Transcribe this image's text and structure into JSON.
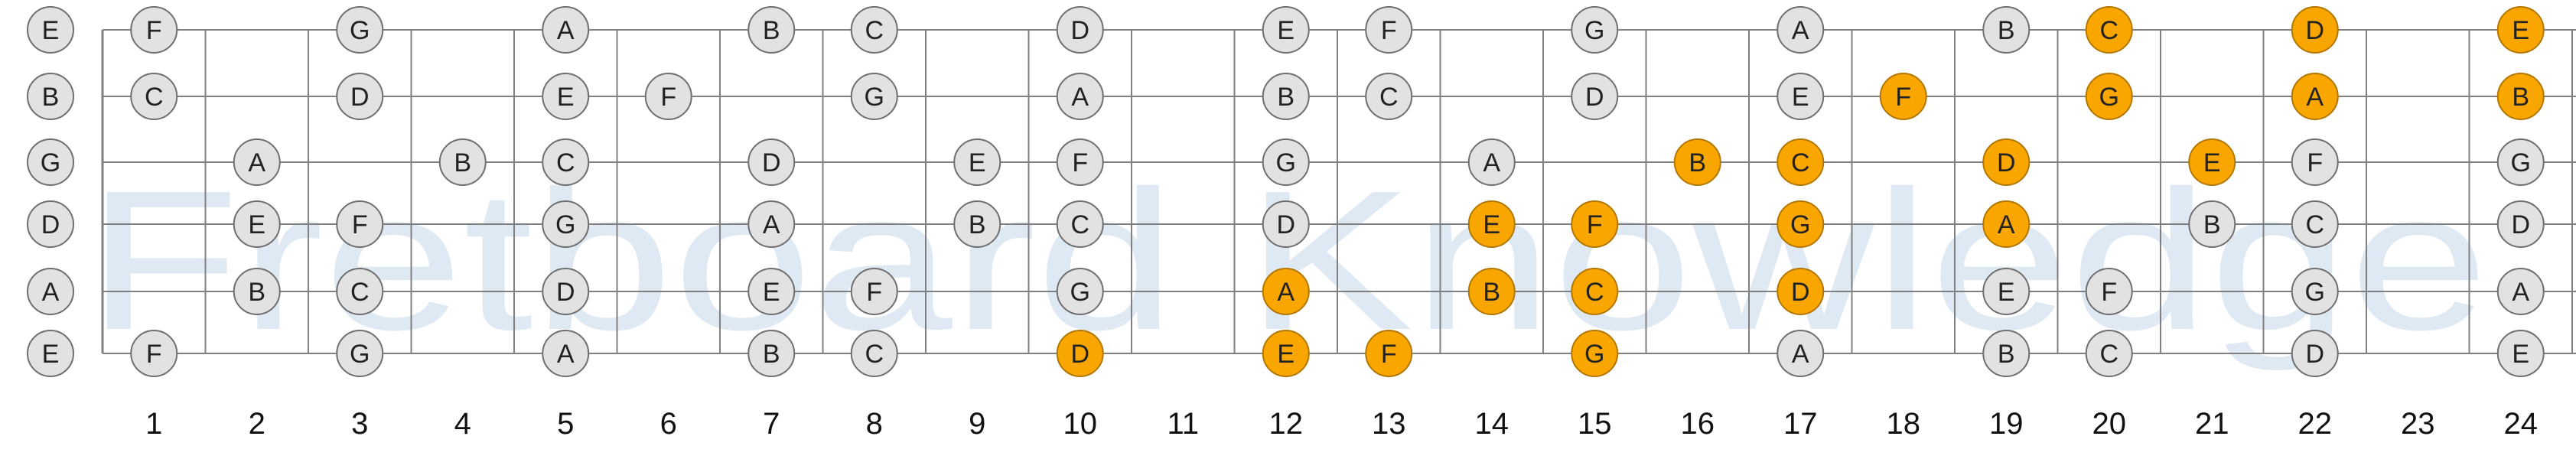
{
  "watermark": "Fretboard Knowledge",
  "colors": {
    "natural_fill": "#e2e2e2",
    "highlight_fill": "#f9a600",
    "line": "#808080",
    "watermark": "#b7cfe4"
  },
  "fret_numbers": [
    "1",
    "2",
    "3",
    "4",
    "5",
    "6",
    "7",
    "8",
    "9",
    "10",
    "11",
    "12",
    "13",
    "14",
    "15",
    "16",
    "17",
    "18",
    "19",
    "20",
    "21",
    "22",
    "23",
    "24"
  ],
  "strings": [
    {
      "open": "E",
      "notes": [
        {
          "fret": 1,
          "note": "F"
        },
        {
          "fret": 3,
          "note": "G"
        },
        {
          "fret": 5,
          "note": "A"
        },
        {
          "fret": 7,
          "note": "B"
        },
        {
          "fret": 8,
          "note": "C"
        },
        {
          "fret": 10,
          "note": "D"
        },
        {
          "fret": 12,
          "note": "E"
        },
        {
          "fret": 13,
          "note": "F"
        },
        {
          "fret": 15,
          "note": "G"
        },
        {
          "fret": 17,
          "note": "A"
        },
        {
          "fret": 19,
          "note": "B"
        },
        {
          "fret": 20,
          "note": "C",
          "hl": true
        },
        {
          "fret": 22,
          "note": "D",
          "hl": true
        },
        {
          "fret": 24,
          "note": "E",
          "hl": true
        }
      ]
    },
    {
      "open": "B",
      "notes": [
        {
          "fret": 1,
          "note": "C"
        },
        {
          "fret": 3,
          "note": "D"
        },
        {
          "fret": 5,
          "note": "E"
        },
        {
          "fret": 6,
          "note": "F"
        },
        {
          "fret": 8,
          "note": "G"
        },
        {
          "fret": 10,
          "note": "A"
        },
        {
          "fret": 12,
          "note": "B"
        },
        {
          "fret": 13,
          "note": "C"
        },
        {
          "fret": 15,
          "note": "D"
        },
        {
          "fret": 17,
          "note": "E"
        },
        {
          "fret": 18,
          "note": "F",
          "hl": true
        },
        {
          "fret": 20,
          "note": "G",
          "hl": true
        },
        {
          "fret": 22,
          "note": "A",
          "hl": true
        },
        {
          "fret": 24,
          "note": "B",
          "hl": true
        }
      ]
    },
    {
      "open": "G",
      "notes": [
        {
          "fret": 2,
          "note": "A"
        },
        {
          "fret": 4,
          "note": "B"
        },
        {
          "fret": 5,
          "note": "C"
        },
        {
          "fret": 7,
          "note": "D"
        },
        {
          "fret": 9,
          "note": "E"
        },
        {
          "fret": 10,
          "note": "F"
        },
        {
          "fret": 12,
          "note": "G"
        },
        {
          "fret": 14,
          "note": "A"
        },
        {
          "fret": 16,
          "note": "B",
          "hl": true
        },
        {
          "fret": 17,
          "note": "C",
          "hl": true
        },
        {
          "fret": 19,
          "note": "D",
          "hl": true
        },
        {
          "fret": 21,
          "note": "E",
          "hl": true
        },
        {
          "fret": 22,
          "note": "F"
        },
        {
          "fret": 24,
          "note": "G"
        }
      ]
    },
    {
      "open": "D",
      "notes": [
        {
          "fret": 2,
          "note": "E"
        },
        {
          "fret": 3,
          "note": "F"
        },
        {
          "fret": 5,
          "note": "G"
        },
        {
          "fret": 7,
          "note": "A"
        },
        {
          "fret": 9,
          "note": "B"
        },
        {
          "fret": 10,
          "note": "C"
        },
        {
          "fret": 12,
          "note": "D"
        },
        {
          "fret": 14,
          "note": "E",
          "hl": true
        },
        {
          "fret": 15,
          "note": "F",
          "hl": true
        },
        {
          "fret": 17,
          "note": "G",
          "hl": true
        },
        {
          "fret": 19,
          "note": "A",
          "hl": true
        },
        {
          "fret": 21,
          "note": "B"
        },
        {
          "fret": 22,
          "note": "C"
        },
        {
          "fret": 24,
          "note": "D"
        }
      ]
    },
    {
      "open": "A",
      "notes": [
        {
          "fret": 2,
          "note": "B"
        },
        {
          "fret": 3,
          "note": "C"
        },
        {
          "fret": 5,
          "note": "D"
        },
        {
          "fret": 7,
          "note": "E"
        },
        {
          "fret": 8,
          "note": "F"
        },
        {
          "fret": 10,
          "note": "G"
        },
        {
          "fret": 12,
          "note": "A",
          "hl": true
        },
        {
          "fret": 14,
          "note": "B",
          "hl": true
        },
        {
          "fret": 15,
          "note": "C",
          "hl": true
        },
        {
          "fret": 17,
          "note": "D",
          "hl": true
        },
        {
          "fret": 19,
          "note": "E"
        },
        {
          "fret": 20,
          "note": "F"
        },
        {
          "fret": 22,
          "note": "G"
        },
        {
          "fret": 24,
          "note": "A"
        }
      ]
    },
    {
      "open": "E",
      "notes": [
        {
          "fret": 1,
          "note": "F"
        },
        {
          "fret": 3,
          "note": "G"
        },
        {
          "fret": 5,
          "note": "A"
        },
        {
          "fret": 7,
          "note": "B"
        },
        {
          "fret": 8,
          "note": "C"
        },
        {
          "fret": 10,
          "note": "D",
          "hl": true
        },
        {
          "fret": 12,
          "note": "E",
          "hl": true
        },
        {
          "fret": 13,
          "note": "F",
          "hl": true
        },
        {
          "fret": 15,
          "note": "G",
          "hl": true
        },
        {
          "fret": 17,
          "note": "A"
        },
        {
          "fret": 19,
          "note": "B"
        },
        {
          "fret": 20,
          "note": "C"
        },
        {
          "fret": 22,
          "note": "D"
        },
        {
          "fret": 24,
          "note": "E"
        }
      ]
    }
  ]
}
